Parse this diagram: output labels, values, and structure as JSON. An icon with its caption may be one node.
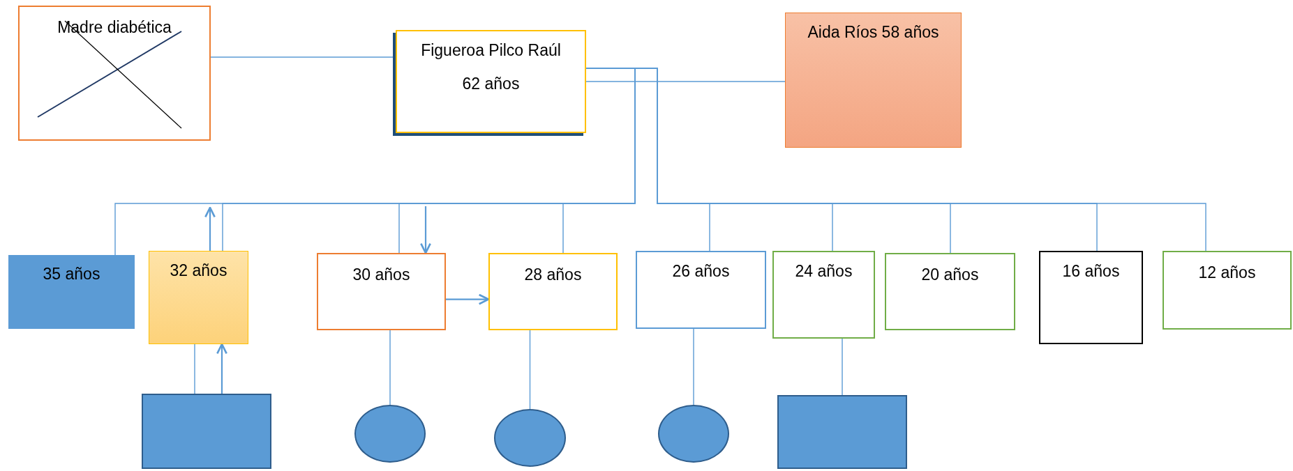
{
  "diagram": {
    "nodes": [
      {
        "text": [
          "Madre diabética"
        ]
      },
      {
        "text": [
          "Figueroa Pilco Raúl",
          "62 años"
        ]
      },
      {
        "text": [
          "Aida Ríos 58 años"
        ]
      },
      {
        "text": [
          "35 años"
        ]
      },
      {
        "text": [
          "32 años"
        ]
      },
      {
        "text": [
          "30 años"
        ]
      },
      {
        "text": [
          "28 años"
        ]
      },
      {
        "text": [
          "26 años"
        ]
      },
      {
        "text": [
          "24 años"
        ]
      },
      {
        "text": [
          "20 años"
        ]
      },
      {
        "text": [
          "16 años"
        ]
      },
      {
        "text": [
          "12 años"
        ]
      },
      {
        "text": [],
        "shape": "box"
      },
      {
        "text": [],
        "shape": "circle"
      },
      {
        "text": [],
        "shape": "circle"
      },
      {
        "text": [],
        "shape": "circle"
      },
      {
        "text": [],
        "shape": "box"
      }
    ],
    "edges": [
      {
        "from": 0,
        "to": 1,
        "arrow": "none"
      },
      {
        "from": 1,
        "to": 2,
        "arrow": "none"
      },
      {
        "from": 1,
        "to": 3,
        "arrow": "none"
      },
      {
        "from": 1,
        "to": 4,
        "arrow": "none"
      },
      {
        "from": 1,
        "to": 5,
        "arrow": "none"
      },
      {
        "from": 1,
        "to": 6,
        "arrow": "none"
      },
      {
        "from": 1,
        "to": 7,
        "arrow": "none"
      },
      {
        "from": 1,
        "to": 8,
        "arrow": "none"
      },
      {
        "from": 1,
        "to": 9,
        "arrow": "none"
      },
      {
        "from": 1,
        "to": 10,
        "arrow": "none"
      },
      {
        "from": 1,
        "to": 11,
        "arrow": "none"
      },
      {
        "from": 4,
        "to": null,
        "arrow": "to"
      },
      {
        "from": null,
        "to": 5,
        "arrow": "to"
      },
      {
        "from": 5,
        "to": 6,
        "arrow": "to"
      },
      {
        "from": 4,
        "to": 12,
        "arrow": "none"
      },
      {
        "from": 12,
        "to": 4,
        "arrow": "to"
      },
      {
        "from": 5,
        "to": 13,
        "arrow": "none"
      },
      {
        "from": 6,
        "to": 14,
        "arrow": "none"
      },
      {
        "from": 7,
        "to": 15,
        "arrow": "none"
      },
      {
        "from": 8,
        "to": 16,
        "arrow": "none"
      }
    ]
  }
}
